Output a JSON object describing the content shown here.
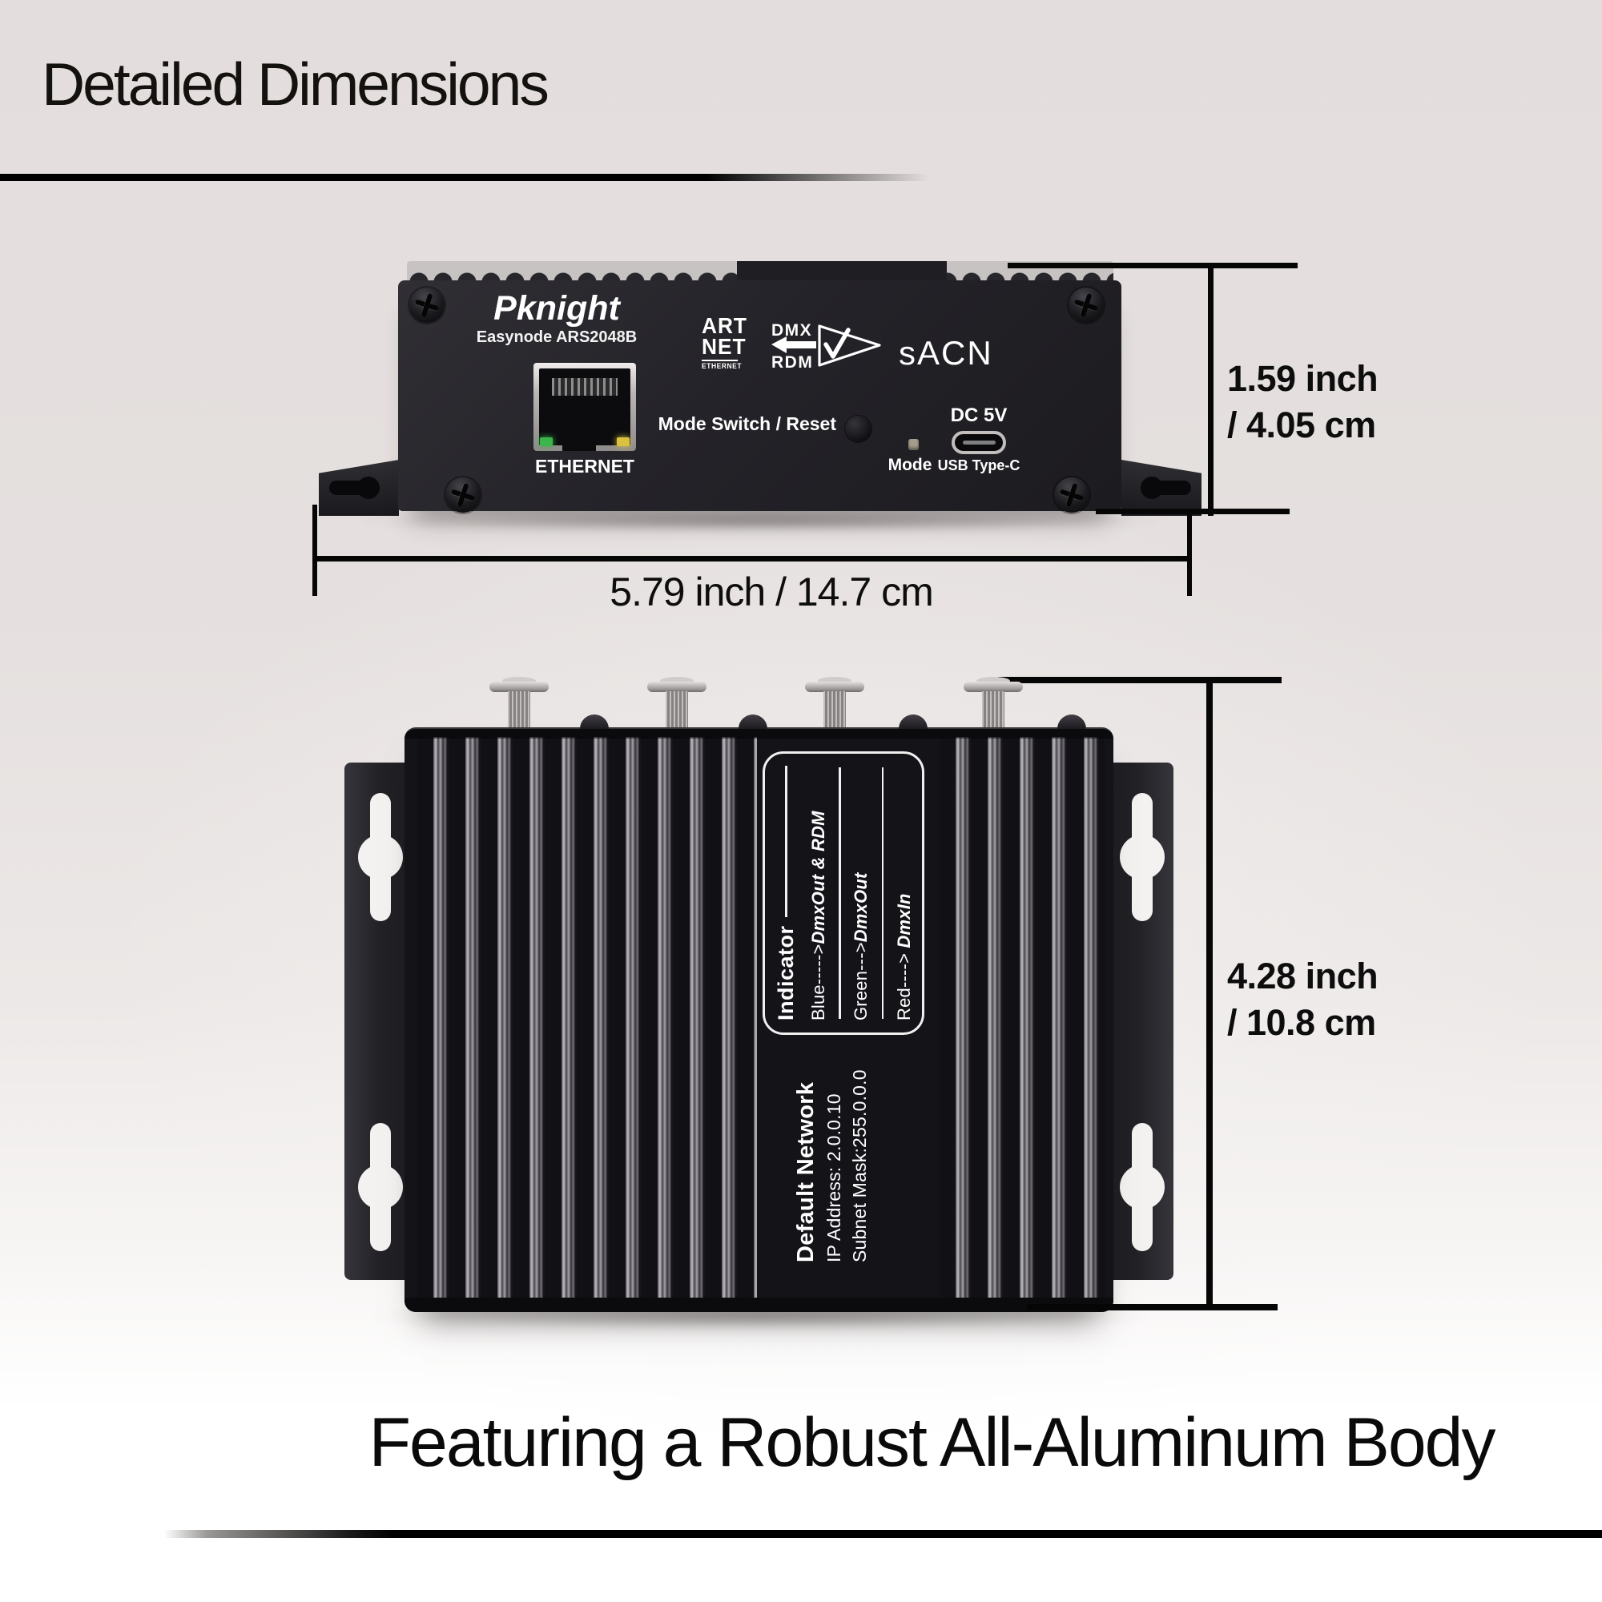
{
  "page": {
    "title": "Detailed Dimensions",
    "caption": "Featuring a Robust All-Aluminum Body",
    "background_color": "#e4dfde",
    "annotation_line_color": "#060606"
  },
  "front_view": {
    "brand": "Pknight",
    "model": "Easynode ARS2048B",
    "ethernet_label": "ETHERNET",
    "artnet_logo": {
      "line1": "ART",
      "line2": "NET",
      "line3": "ETHERNET"
    },
    "dmx_label": "DMX",
    "rdm_label": "RDM",
    "sacn_label": "sACN",
    "mode_switch_label": "Mode Switch / Reset",
    "mode_label": "Mode",
    "dc_label": "DC 5V",
    "usb_label": "USB Type-C",
    "led_green": "#3cb54a",
    "led_yellow": "#d9c23f"
  },
  "top_view": {
    "indicator": {
      "title": "Indicator",
      "rows": [
        {
          "prefix": "Blue----->",
          "value": "DmxOut & RDM"
        },
        {
          "prefix": "Green--->",
          "value": "DmxOut"
        },
        {
          "prefix": "Red----> ",
          "value": "DmxIn"
        }
      ]
    },
    "default_network": {
      "title": "Default Network",
      "ip": "IP Address: 2.0.0.10",
      "subnet": "Subnet Mask:255.0.0.0"
    }
  },
  "dimensions": {
    "front_height_inch": "1.59 inch",
    "front_height_cm": "/ 4.05 cm",
    "front_width": "5.79 inch / 14.7 cm",
    "top_depth_inch": "4.28 inch",
    "top_depth_cm": "/ 10.8 cm"
  }
}
